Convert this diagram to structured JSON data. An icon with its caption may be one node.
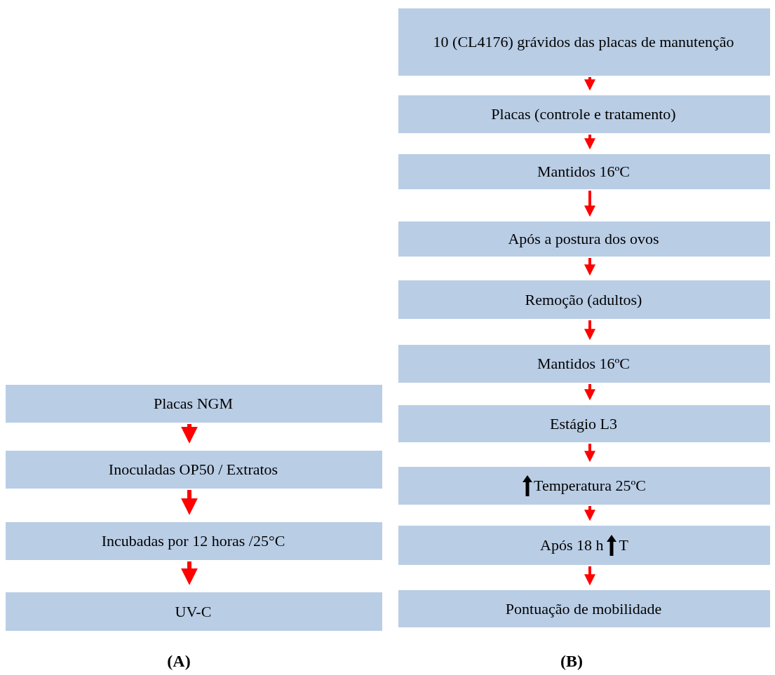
{
  "diagram": {
    "nodes": [
      {
        "text": [
          "Placas NGM"
        ]
      },
      {
        "text": [
          "Inoculadas OP50 / Extratos"
        ]
      },
      {
        "text": [
          "Incubadas por 12 horas /25°C"
        ]
      },
      {
        "text": [
          "UV-C"
        ]
      },
      {
        "text": [
          "10 (CL4176) grávidos das placas de manutenção"
        ]
      },
      {
        "text": [
          "Placas (controle e tratamento)"
        ]
      },
      {
        "text": [
          "Mantidos 16ºC"
        ]
      },
      {
        "text": [
          "Após a postura dos ovos"
        ]
      },
      {
        "text": [
          "Remoção (adultos)"
        ]
      },
      {
        "text": [
          "Mantidos 16ºC"
        ]
      },
      {
        "text": [
          "Estágio L3"
        ]
      },
      {
        "text": [
          "Temperatura 25ºC"
        ]
      },
      {
        "text": [
          "Após 18 h",
          "T"
        ]
      },
      {
        "text": [
          "Pontuação de mobilidade"
        ]
      }
    ],
    "edges": [
      {
        "from": 0,
        "to": 1,
        "arrow": "to"
      },
      {
        "from": 1,
        "to": 2,
        "arrow": "to"
      },
      {
        "from": 2,
        "to": 3,
        "arrow": "to"
      },
      {
        "from": 4,
        "to": 5,
        "arrow": "to"
      },
      {
        "from": 5,
        "to": 6,
        "arrow": "to"
      },
      {
        "from": 6,
        "to": 7,
        "arrow": "to"
      },
      {
        "from": 7,
        "to": 8,
        "arrow": "to"
      },
      {
        "from": 8,
        "to": 9,
        "arrow": "to"
      },
      {
        "from": 9,
        "to": 10,
        "arrow": "to"
      },
      {
        "from": 10,
        "to": 11,
        "arrow": "to"
      },
      {
        "from": 11,
        "to": 12,
        "arrow": "to"
      },
      {
        "from": 12,
        "to": 13,
        "arrow": "to"
      }
    ],
    "labels": [
      "(A)",
      "(B)"
    ]
  }
}
